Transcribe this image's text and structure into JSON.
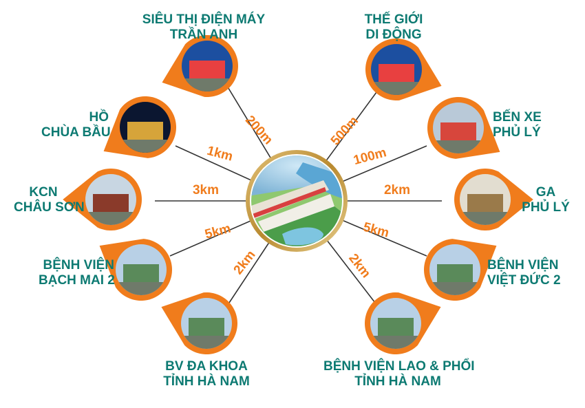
{
  "center": {
    "name": "project-site",
    "icon": "aerial-view-image"
  },
  "colors": {
    "accent": "#f07c1c",
    "teal": "#0d7a72",
    "line": "#333333",
    "ring": "#c9a24a"
  },
  "destinations": [
    {
      "key": "tran-anh",
      "label_lines": [
        "SIÊU THỊ ĐIỆN MÁY",
        "TRẦN ANH"
      ],
      "distance": "200m",
      "icon": "store-photo"
    },
    {
      "key": "the-gioi-di-dong",
      "label_lines": [
        "THẾ GIỚI",
        "DI ĐỘNG"
      ],
      "distance": "500m",
      "icon": "store-photo"
    },
    {
      "key": "ho-chua-bau",
      "label_lines": [
        "HỒ",
        "CHÙA BẦU"
      ],
      "distance": "1km",
      "icon": "lake-photo"
    },
    {
      "key": "ben-xe-phu-ly",
      "label_lines": [
        "BẾN XE",
        "PHỦ LÝ"
      ],
      "distance": "100m",
      "icon": "bus-station-photo"
    },
    {
      "key": "kcn-chau-son",
      "label_lines": [
        "KCN",
        "CHÂU SƠN"
      ],
      "distance": "3km",
      "icon": "industrial-park-photo"
    },
    {
      "key": "ga-phu-ly",
      "label_lines": [
        "GA",
        "PHỦ LÝ"
      ],
      "distance": "2km",
      "icon": "train-station-photo"
    },
    {
      "key": "bach-mai-2",
      "label_lines": [
        "BỆNH VIỆN",
        "BẠCH MAI 2"
      ],
      "distance": "5km",
      "icon": "hospital-photo"
    },
    {
      "key": "viet-duc-2",
      "label_lines": [
        "BỆNH VIỆN",
        "VIỆT ĐỨC 2"
      ],
      "distance": "5km",
      "icon": "hospital-photo"
    },
    {
      "key": "bv-da-khoa",
      "label_lines": [
        "BV ĐA KHOA",
        "TỈNH HÀ NAM"
      ],
      "distance": "2km",
      "icon": "hospital-photo"
    },
    {
      "key": "lao-phoi",
      "label_lines": [
        "BỆNH VIỆN LAO & PHỔI",
        "TỈNH HÀ NAM"
      ],
      "distance": "2km",
      "icon": "hospital-photo"
    }
  ]
}
